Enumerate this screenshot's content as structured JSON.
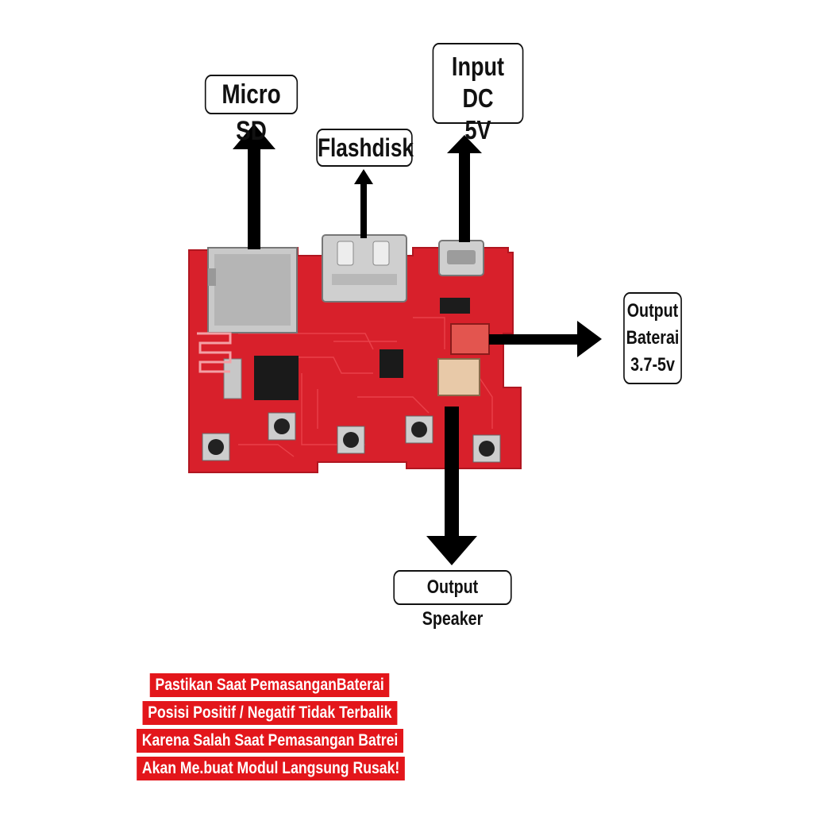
{
  "labels": {
    "micro_sd": "Micro SD",
    "flashdisk": "Flashdisk",
    "input_dc_line1": "Input DC",
    "input_dc_line2": "5V",
    "output_baterai_line1": "Output",
    "output_baterai_line2": "Baterai",
    "output_baterai_line3": "3.7-5v",
    "output_speaker": "Output Speaker"
  },
  "warning": [
    "Pastikan Saat PemasanganBaterai",
    "Posisi Positif / Negatif Tidak Terbalik",
    "Karena Salah Saat Pemasangan Batrei",
    "Akan Me.buat Modul Langsung Rusak!"
  ],
  "colors": {
    "pcb": "#d8202b",
    "warning_bg": "#e3161b",
    "arrow": "#000000"
  }
}
